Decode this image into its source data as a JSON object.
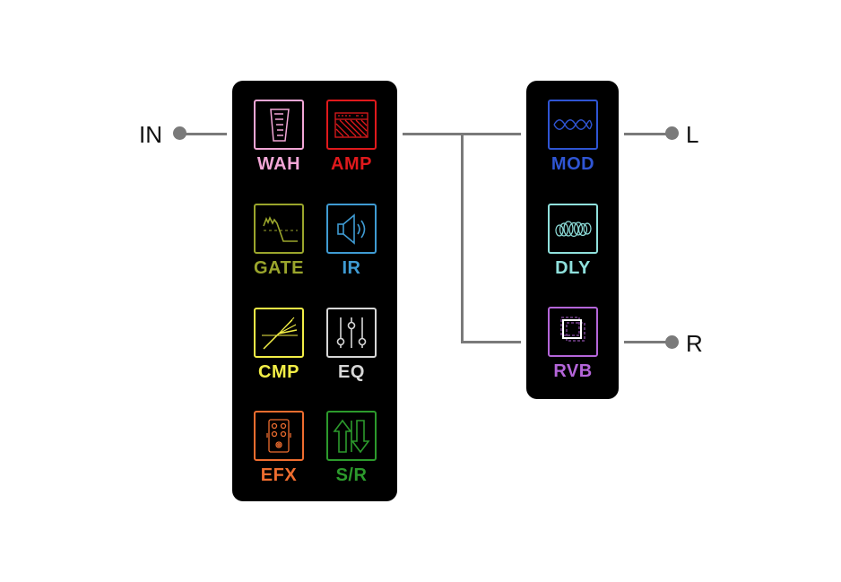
{
  "io": {
    "input": "IN",
    "out_left": "L",
    "out_right": "R"
  },
  "colors": {
    "wire": "#7a7a7a",
    "panel": "#000000",
    "wah": "#f2a6d6",
    "amp": "#e0191c",
    "gate": "#9aa52c",
    "ir": "#3f9bd3",
    "cmp": "#f2ee46",
    "eq": "#d7d7d7",
    "efx": "#ef6d2f",
    "sr": "#2c9a2c",
    "mod": "#2f55d4",
    "dly": "#8fe0dc",
    "rvb": "#b465d9"
  },
  "left_panel": {
    "blocks": [
      {
        "label": "WAH",
        "icon": "wah-pedal-icon"
      },
      {
        "label": "AMP",
        "icon": "amp-grille-icon"
      },
      {
        "label": "GATE",
        "icon": "gate-curve-icon"
      },
      {
        "label": "IR",
        "icon": "speaker-icon"
      },
      {
        "label": "CMP",
        "icon": "compressor-curve-icon"
      },
      {
        "label": "EQ",
        "icon": "eq-sliders-icon"
      },
      {
        "label": "EFX",
        "icon": "stompbox-icon"
      },
      {
        "label": "S/R",
        "icon": "send-return-arrows-icon"
      }
    ]
  },
  "right_panel": {
    "blocks": [
      {
        "label": "MOD",
        "icon": "modulation-wave-icon"
      },
      {
        "label": "DLY",
        "icon": "delay-loops-icon"
      },
      {
        "label": "RVB",
        "icon": "reverb-squares-icon"
      }
    ]
  }
}
